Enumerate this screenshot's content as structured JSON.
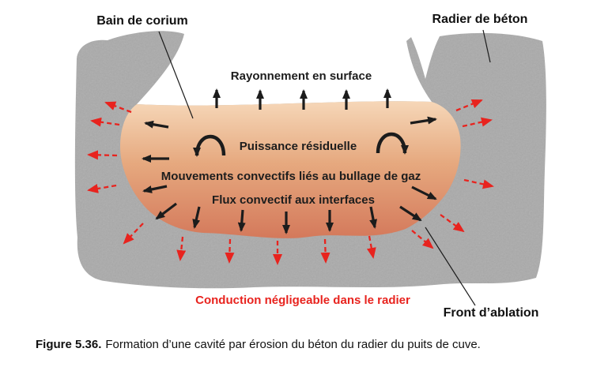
{
  "figure": {
    "number": "Figure 5.36.",
    "caption": "Formation d’une cavité par érosion du béton du radier du puits de cuve."
  },
  "labels": {
    "corium_pool": "Bain de corium",
    "concrete_basemat": "Radier de béton",
    "surface_radiation": "Rayonnement en surface",
    "residual_power": "Puissance résiduelle",
    "convective_movements": "Mouvements convectifs liés au bullage de gaz",
    "convective_flux": "Flux convectif aux interfaces",
    "conduction_note": "Conduction négligeable dans le radier",
    "ablation_front": "Front d’ablation"
  },
  "colors": {
    "concrete": "#ababab",
    "corium_top": "#f6d7b8",
    "corium_mid": "#e6a97f",
    "corium_bottom": "#d4795b",
    "arrow_black": "#1c1c1c",
    "arrow_red": "#e8231e",
    "text": "#111111"
  }
}
